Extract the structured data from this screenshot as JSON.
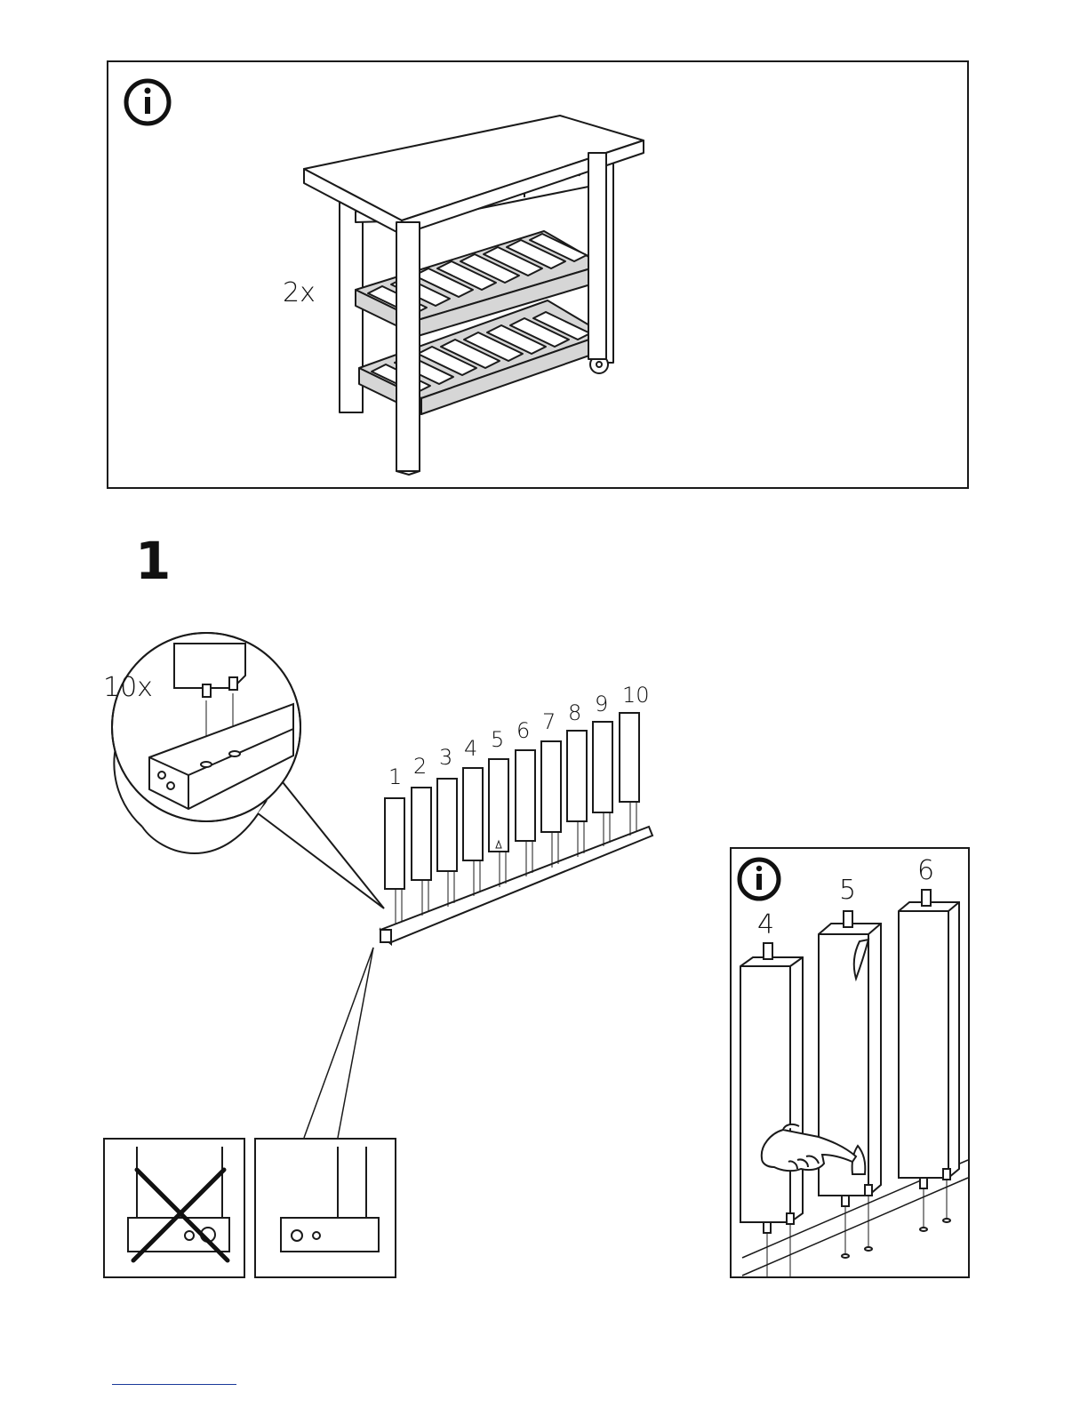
{
  "top_panel": {
    "info_icon": "info-icon",
    "quantity": "2x"
  },
  "step": {
    "number": "1",
    "dowel_quantity": "10x",
    "leg_numbers": [
      "1",
      "2",
      "3",
      "4",
      "5",
      "6",
      "7",
      "8",
      "9",
      "10"
    ]
  },
  "detail_panel": {
    "info_icon": "info-icon",
    "leg_numbers": [
      "4",
      "5",
      "6"
    ]
  },
  "comparison": {
    "wrong_icon": "cross-icon",
    "correct_icon": "none"
  },
  "colors": {
    "line": "#1a1a1a",
    "shelf_fill": "#d6d6d6",
    "footer_line": "#1a3a9a"
  }
}
